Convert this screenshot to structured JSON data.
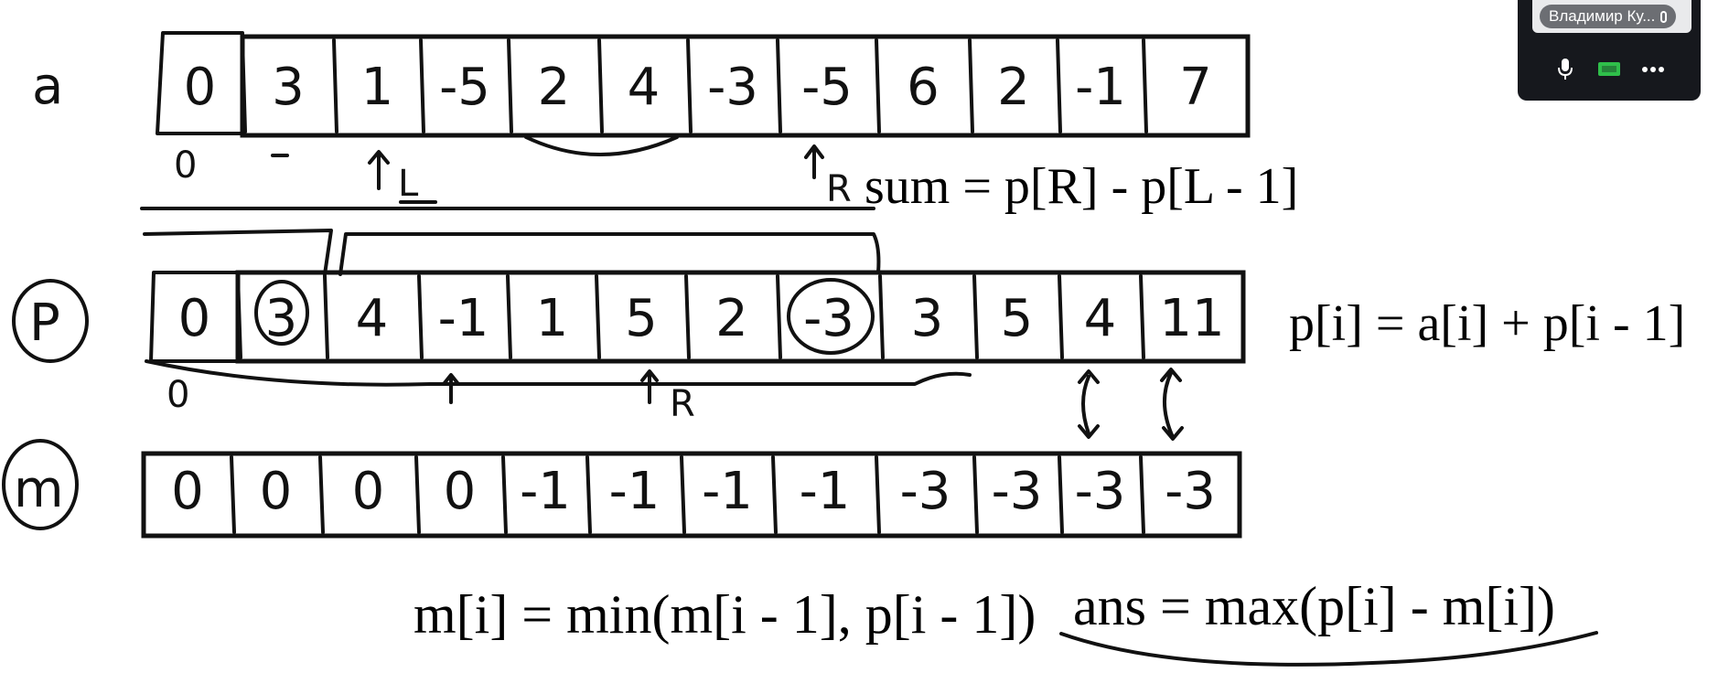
{
  "rows": {
    "a": {
      "label": "a",
      "values": [
        "0",
        "3",
        "1",
        "-5",
        "2",
        "4",
        "-3",
        "-5",
        "6",
        "2",
        "-1",
        "7"
      ]
    },
    "p": {
      "label": "P",
      "values": [
        "0",
        "3",
        "4",
        "-1",
        "1",
        "5",
        "2",
        "-3",
        "3",
        "5",
        "4",
        "11"
      ]
    },
    "m": {
      "label": "m",
      "values": [
        "0",
        "0",
        "0",
        "0",
        "-1",
        "-1",
        "-1",
        "-1",
        "-3",
        "-3",
        "-3",
        "-3"
      ]
    }
  },
  "annotations": {
    "a_zero": "0",
    "a_L": "L",
    "a_R": "R",
    "p_zero": "0",
    "p_R": "R"
  },
  "formulas": {
    "sum": "sum = p[R] - p[L - 1]",
    "prefix": "p[i] = a[i] + p[i - 1]",
    "min": "m[i] = min(m[i - 1], p[i - 1])",
    "ans": "ans = max(p[i] - m[i])"
  },
  "call_widget": {
    "participant_name": "Владимир Ку...",
    "icons": [
      "microphone-icon",
      "screen-share-icon",
      "more-icon"
    ],
    "screen_share_color": "#2fbf4a"
  }
}
